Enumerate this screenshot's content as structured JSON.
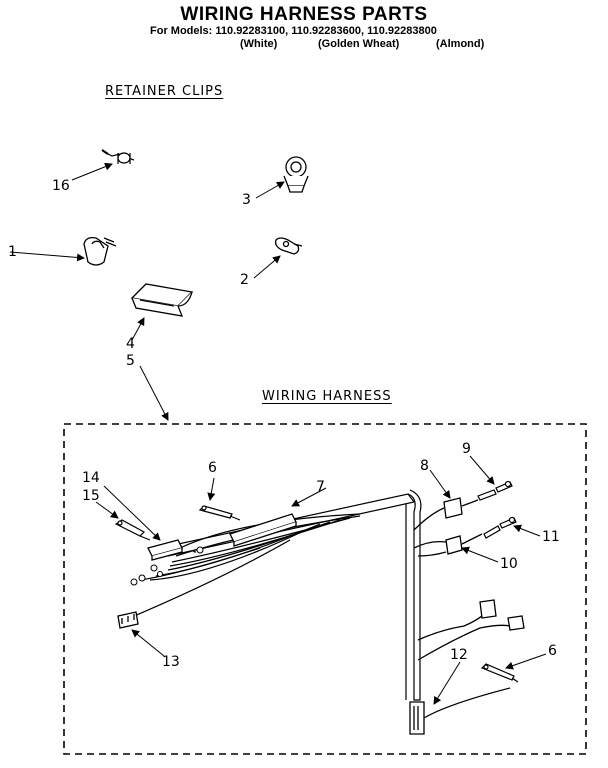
{
  "header": {
    "title": "WIRING HARNESS PARTS",
    "models_line": "For Models: 110.92283100, 110.92283600, 110.92283800",
    "color_white": "(White)",
    "color_golden_wheat": "(Golden Wheat)",
    "color_almond": "(Almond)"
  },
  "sections": {
    "retainer_clips": "RETAINER CLIPS",
    "wiring_harness": "WIRING HARNESS"
  },
  "callouts": {
    "c16": "16",
    "c3": "3",
    "c1": "1",
    "c2": "2",
    "c4": "4",
    "c5": "5",
    "c6a": "6",
    "c7": "7",
    "c8": "8",
    "c9": "9",
    "c14": "14",
    "c15": "15",
    "c11": "11",
    "c10": "10",
    "c13": "13",
    "c12": "12",
    "c6b": "6"
  }
}
